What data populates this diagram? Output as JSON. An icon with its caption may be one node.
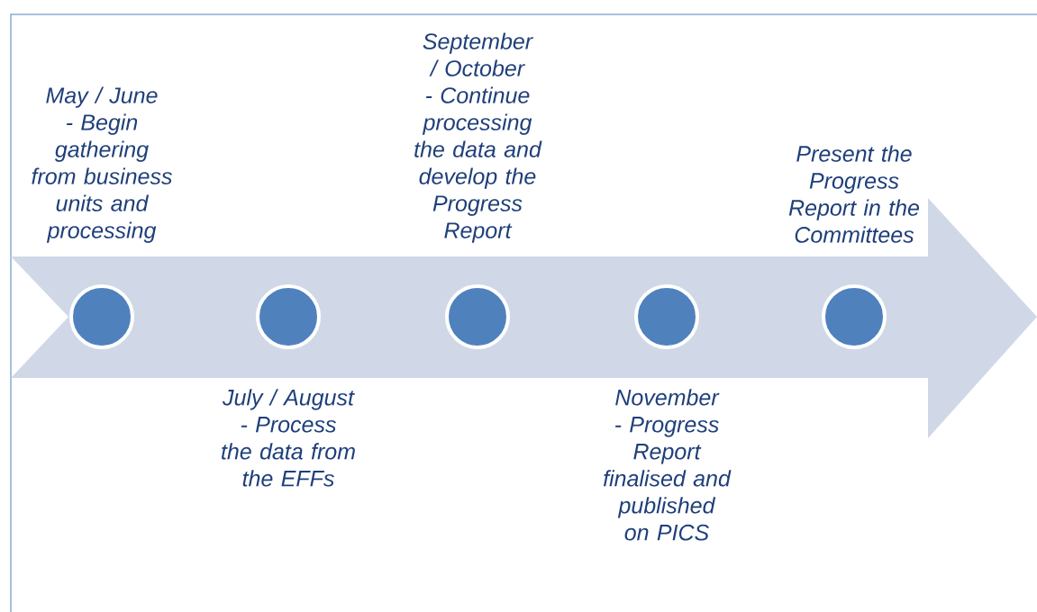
{
  "diagram": {
    "nodes": [
      {
        "text": [],
        "shape": "circle",
        "beside": [
          "May / June - Begin gathering from business units and processing"
        ]
      },
      {
        "text": [],
        "shape": "circle",
        "beside": [
          "July / August - Process the data from the EFFs"
        ]
      },
      {
        "text": [],
        "shape": "circle",
        "beside": [
          "September / October - Continue processing the data and develop the Progress Report"
        ]
      },
      {
        "text": [],
        "shape": "circle",
        "beside": [
          "November - Progress Report finalised and published on PICS"
        ]
      },
      {
        "text": [],
        "shape": "circle",
        "beside": [
          "Present the Progress Report in the Committees"
        ]
      }
    ]
  }
}
